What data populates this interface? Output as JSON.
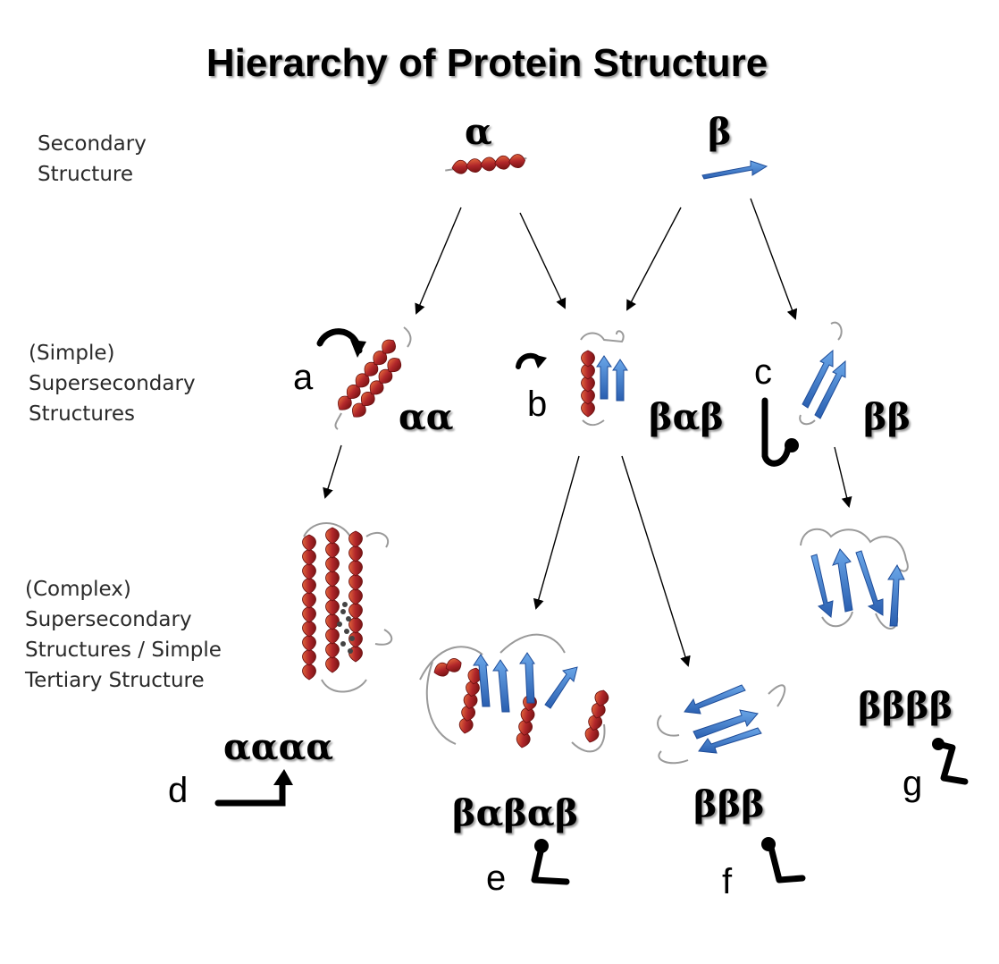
{
  "title": "Hierarchy of Protein Structure",
  "row_labels": {
    "secondary": [
      "Secondary",
      "Structure"
    ],
    "simple": [
      "(Simple)",
      "Supersecondary",
      "Structures"
    ],
    "complex": [
      "(Complex)",
      "Supersecondary",
      "Structures  /  Simple",
      "Tertiary Structure"
    ]
  },
  "symbols": {
    "alpha": "α",
    "beta": "β",
    "aa": "αα",
    "bab": "βαβ",
    "bb": "ββ",
    "aaaa": "αααα",
    "babab": "βαβαβ",
    "bbb": "βββ",
    "bbbb": "ββββ"
  },
  "letters": {
    "a": "a",
    "b": "b",
    "c": "c",
    "d": "d",
    "e": "e",
    "f": "f",
    "g": "g"
  },
  "colors": {
    "helix": "#b0262a",
    "helix_light": "#e0643a",
    "strand": "#3a78c8",
    "coil": "#9a9a9a"
  }
}
